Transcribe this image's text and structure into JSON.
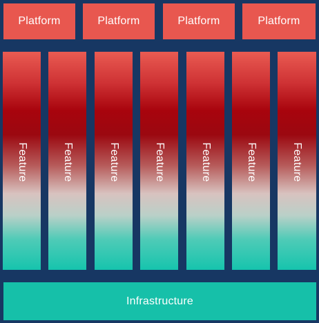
{
  "platforms": [
    {
      "label": "Platform"
    },
    {
      "label": "Platform"
    },
    {
      "label": "Platform"
    },
    {
      "label": "Platform"
    }
  ],
  "features": [
    {
      "label": "Feature"
    },
    {
      "label": "Feature"
    },
    {
      "label": "Feature"
    },
    {
      "label": "Feature"
    },
    {
      "label": "Feature"
    },
    {
      "label": "Feature"
    },
    {
      "label": "Feature"
    }
  ],
  "infrastructure": {
    "label": "Infrastructure"
  },
  "colors": {
    "background": "#173763",
    "platform": "#e8574f",
    "feature_top": "#e95b52",
    "feature_mid": "#a8040d",
    "feature_bottom": "#16c4ad",
    "infrastructure": "#16c0a9",
    "text": "#ffffff"
  }
}
